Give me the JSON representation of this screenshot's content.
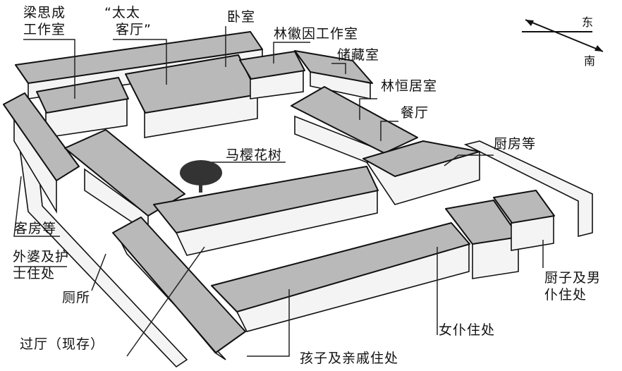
{
  "labels": {
    "liang_studio": [
      "梁思成",
      "工作室"
    ],
    "taitai_parlor": [
      "“太太",
      "客厅”"
    ],
    "bedroom": "卧室",
    "lin_studio": "林徽因工作室",
    "storage": "储藏室",
    "linheng_room": "林恒居室",
    "dining": "餐厅",
    "kitchen": "厨房等",
    "tree": "马樱花树",
    "guest_rooms": "客房等",
    "grandma_nurse": [
      "外婆及护",
      "士住处"
    ],
    "toilet": "厕所",
    "hall": "过厅（现存）",
    "children_relatives": "孩子及亲戚住处",
    "maid": "女仆住处",
    "cook_manservant": [
      "厨子及男",
      "仆住处"
    ]
  },
  "compass": {
    "east": "东",
    "south": "南"
  }
}
